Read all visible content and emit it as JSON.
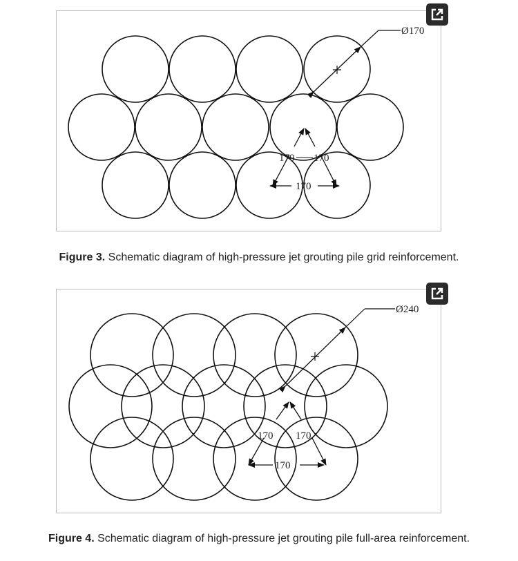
{
  "figures": [
    {
      "id": "figure-3",
      "diagram_labels": {
        "diameter": "Ø170",
        "spacing_left": "170",
        "spacing_right": "170",
        "spacing_bottom": "170"
      },
      "caption": {
        "label": "Figure 3.",
        "text": " Schematic diagram of high-pressure jet grouting pile grid reinforcement."
      },
      "popout_icon": "open-external-icon"
    },
    {
      "id": "figure-4",
      "diagram_labels": {
        "diameter": "Ø240",
        "spacing_left": "170",
        "spacing_right": "170",
        "spacing_bottom": "170"
      },
      "caption": {
        "label": "Figure 4.",
        "text": " Schematic diagram of high-pressure jet grouting pile full-area reinforcement."
      },
      "popout_icon": "open-external-icon"
    }
  ],
  "colors": {
    "line": "#111111",
    "frame": "#bdbdbd",
    "button": "#2b2b2b"
  }
}
